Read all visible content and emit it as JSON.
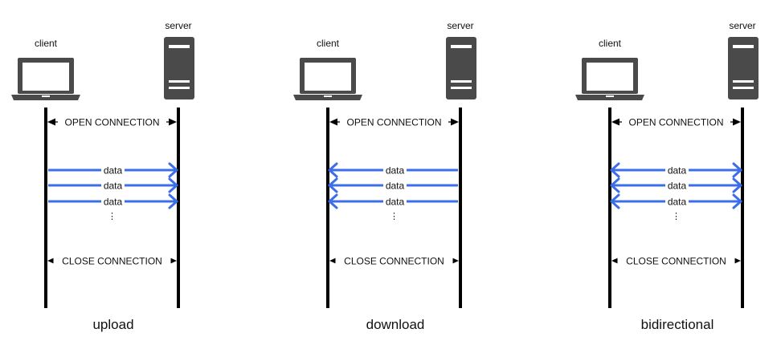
{
  "diagrams": [
    {
      "caption": "upload",
      "client_label": "client",
      "server_label": "server",
      "open_label": "OPEN CONNECTION",
      "close_label": "CLOSE CONNECTION",
      "data_labels": [
        "data",
        "data",
        "data"
      ],
      "ellipsis": "⋮",
      "direction": "to-server"
    },
    {
      "caption": "download",
      "client_label": "client",
      "server_label": "server",
      "open_label": "OPEN CONNECTION",
      "close_label": "CLOSE CONNECTION",
      "data_labels": [
        "data",
        "data",
        "data"
      ],
      "ellipsis": "⋮",
      "direction": "to-client"
    },
    {
      "caption": "bidirectional",
      "client_label": "client",
      "server_label": "server",
      "open_label": "OPEN CONNECTION",
      "close_label": "CLOSE CONNECTION",
      "data_labels": [
        "data",
        "data",
        "data"
      ],
      "ellipsis": "⋮",
      "direction": "both"
    }
  ],
  "colors": {
    "data_arrow": "#3b6ee8",
    "lifeline": "#000000",
    "device": "#4a4a4a"
  },
  "icons": {
    "client": "laptop-icon",
    "server": "server-tower-icon"
  }
}
